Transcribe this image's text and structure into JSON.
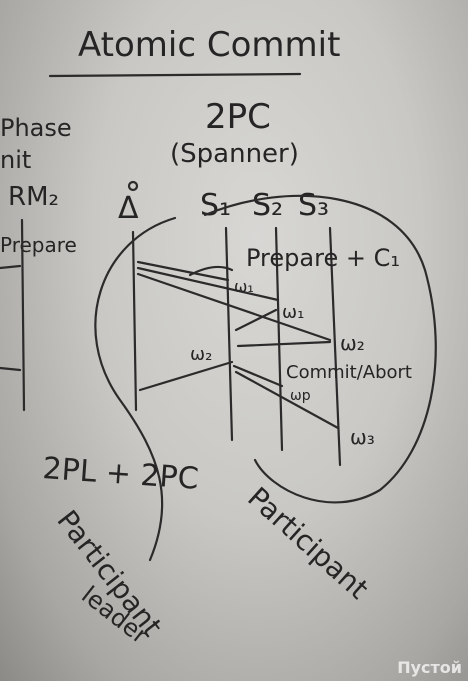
{
  "board": {
    "title": "Atomic Commit",
    "left_heading": "Phase",
    "left_heading_2": "nit",
    "left_rm": "RM₂",
    "left_prepare": "Prepare",
    "protocol": "2PC",
    "protocol_sub": "(Spanner)",
    "coordinator": "Δ",
    "servers": [
      "S₁",
      "S₂",
      "S₃"
    ],
    "prepare_label": "Prepare + C₁",
    "w1_a": "ω₁",
    "w1_b": "ω₁",
    "w2_left": "ω₂",
    "w2_right": "ω₂",
    "commit_label": "Commit/Abort",
    "wp": "ωp",
    "w3": "ω₃",
    "bottom_title": "2PL + 2PC",
    "participant_leader": "Participant",
    "leader": "leader",
    "participant": "Participant"
  },
  "watermark": "Пустой"
}
